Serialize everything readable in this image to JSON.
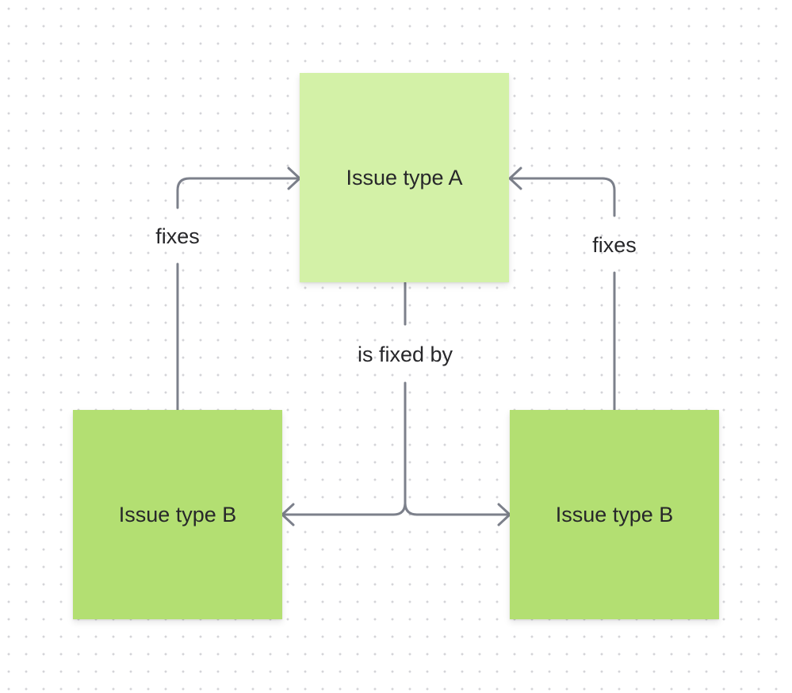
{
  "notes": {
    "a": {
      "label": "Issue type A",
      "color": "#d3f1a7"
    },
    "b_left": {
      "label": "Issue type B",
      "color": "#b3df72"
    },
    "b_right": {
      "label": "Issue type B",
      "color": "#b3df72"
    }
  },
  "connectors": {
    "color": "#7c808b",
    "left": {
      "label": "fixes"
    },
    "right": {
      "label": "fixes"
    },
    "center": {
      "label": "is fixed by"
    }
  }
}
